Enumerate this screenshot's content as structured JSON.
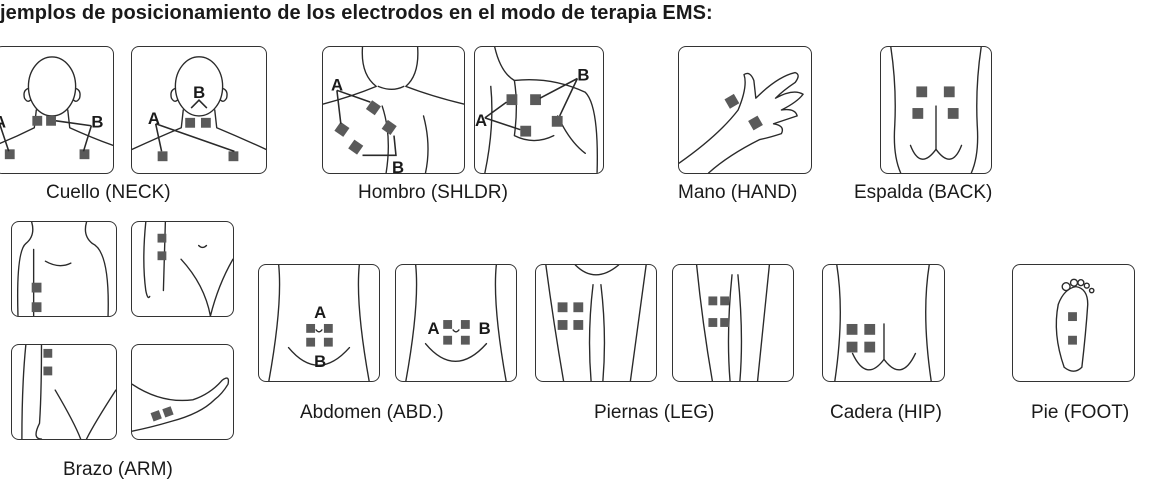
{
  "heading": "jemplos de posicionamiento de los electrodos en el modo de terapia EMS:",
  "captions": {
    "neck": "Cuello (NECK)",
    "shoulder": "Hombro (SHLDR)",
    "hand": "Mano (HAND)",
    "back": "Espalda (BACK)",
    "arm": "Brazo (ARM)",
    "abdomen": "Abdomen (ABD.)",
    "legs": "Piernas (LEG)",
    "hip": "Cadera (HIP)",
    "foot": "Pie (FOOT)"
  },
  "electrode_labels": {
    "a": "A",
    "b": "B"
  },
  "colors": {
    "electrode": "#5a5a5a",
    "outline": "#2a2a2a"
  }
}
